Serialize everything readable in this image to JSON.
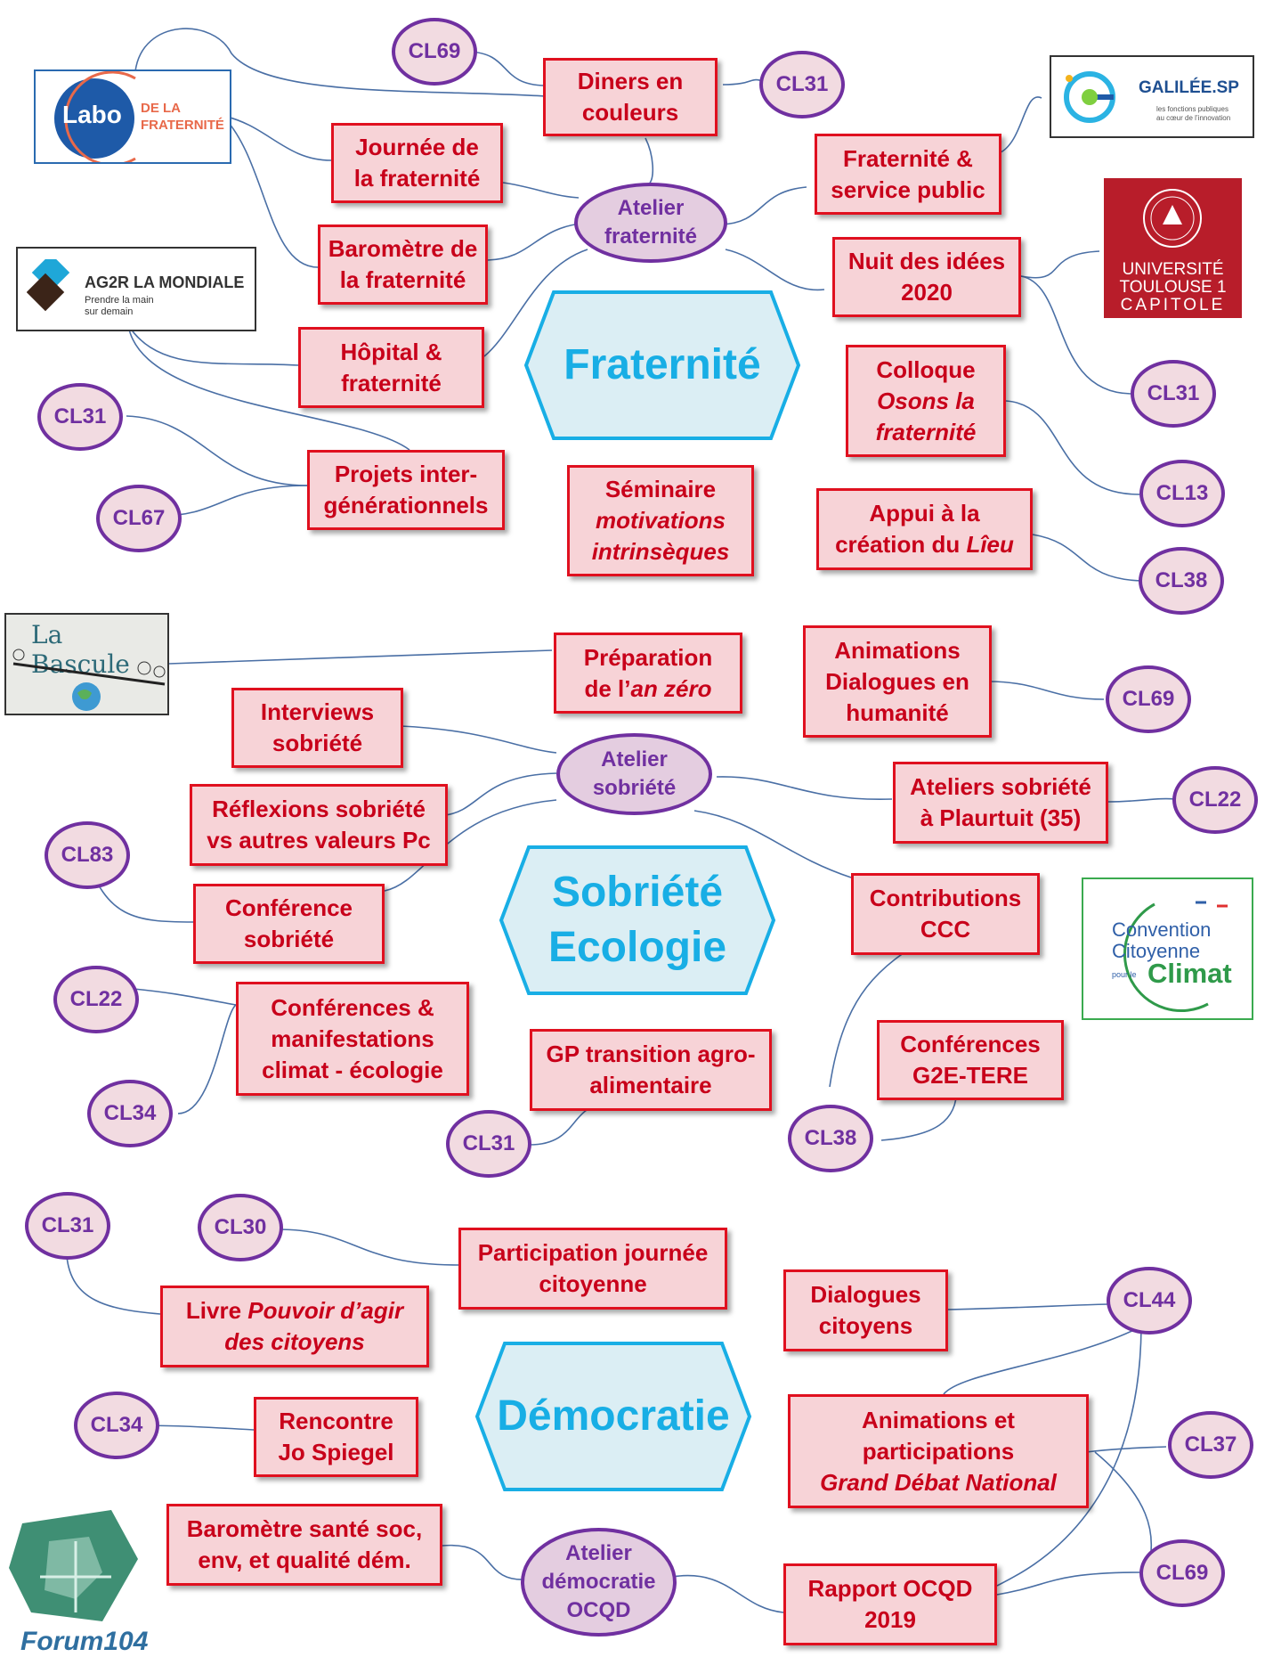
{
  "themes": {
    "fraternite": "Fraternité",
    "sobriete_1": "Sobriété",
    "sobriete_2": "Ecologie",
    "democratie": "Démocratie"
  },
  "ateliers": {
    "fraternite": [
      "Atelier",
      "fraternité"
    ],
    "sobriete": [
      "Atelier",
      "sobriété"
    ],
    "democratie": [
      "Atelier",
      "démocratie",
      "OCQD"
    ]
  },
  "boxes": {
    "diners": [
      "Diners en",
      "couleurs"
    ],
    "journee": [
      "Journée de",
      "la fraternité"
    ],
    "barometre_frat": [
      "Baromètre de",
      "la fraternité"
    ],
    "hopital": [
      "Hôpital &",
      "fraternité"
    ],
    "projets": [
      "Projets inter-",
      "générationnels"
    ],
    "seminaire_1": "Séminaire",
    "seminaire_2": "motivations",
    "seminaire_3": "intrinsèques",
    "frat_service": [
      "Fraternité &",
      "service public"
    ],
    "nuit": [
      "Nuit des idées",
      "2020"
    ],
    "colloque_1": "Colloque",
    "colloque_2": "Osons la",
    "colloque_3": "fraternité",
    "appui_1": "Appui à la",
    "appui_2a": "création du ",
    "appui_2b": "Lîeu",
    "preparation_1": "Préparation",
    "preparation_2a": "de l’",
    "preparation_2b": "an zéro",
    "animations_dialogues": [
      "Animations",
      "Dialogues en",
      "humanité"
    ],
    "interviews": [
      "Interviews",
      "sobriété"
    ],
    "reflexions": [
      "Réflexions sobriété",
      "vs autres valeurs Pc"
    ],
    "conference_sobriete": [
      "Conférence",
      "sobriété"
    ],
    "conferences_climat": [
      "Conférences &",
      "manifestations",
      "climat - écologie"
    ],
    "gp_transition": [
      "GP transition agro-",
      "alimentaire"
    ],
    "ateliers_plaurtuit": [
      "Ateliers sobriété",
      "à Plaurtuit (35)"
    ],
    "contributions": [
      "Contributions",
      "CCC"
    ],
    "conferences_g2e": [
      "Conférences",
      "G2E-TERE"
    ],
    "participation": [
      "Participation journée",
      "citoyenne"
    ],
    "livre_1a": "Livre ",
    "livre_1b": "Pouvoir d’agir",
    "livre_2": "des citoyens",
    "rencontre": [
      "Rencontre",
      "Jo Spiegel"
    ],
    "barometre_sante": [
      "Baromètre santé soc,",
      "env, et qualité dém."
    ],
    "dialogues_citoyens": [
      "Dialogues",
      "citoyens"
    ],
    "animations_gdn_1": "Animations et",
    "animations_gdn_2": "participations",
    "animations_gdn_3": "Grand Débat National",
    "rapport": [
      "Rapport OCQD",
      "2019"
    ]
  },
  "badges": {
    "cl69_top": "CL69",
    "cl31_diners": "CL31",
    "cl31_left": "CL31",
    "cl67": "CL67",
    "cl31_right": "CL31",
    "cl13": "CL13",
    "cl38_top": "CL38",
    "cl69_sob": "CL69",
    "cl22_right": "CL22",
    "cl83": "CL83",
    "cl22_left": "CL22",
    "cl34_sob": "CL34",
    "cl31_gp": "CL31",
    "cl38_bottom": "CL38",
    "cl31_dem": "CL31",
    "cl30": "CL30",
    "cl34_dem": "CL34",
    "cl44": "CL44",
    "cl37": "CL37",
    "cl69_dem": "CL69"
  },
  "logos": {
    "labo_1": "Labo",
    "labo_2": "DE LA",
    "labo_3": "FRATERNITÉ",
    "galilee": "GALILÉE.SP",
    "galilee_sub_1": "les fonctions publiques",
    "galilee_sub_2": "au cœur de l’innovation",
    "ag2r": "AG2R LA MONDIALE",
    "ag2r_sub_1": "Prendre la main",
    "ag2r_sub_2": "sur demain",
    "ut1_1": "UNIVERSITÉ",
    "ut1_2": "TOULOUSE 1",
    "ut1_3": "CAPITOLE",
    "bascule": "La Bascule",
    "ccc_1": "Convention",
    "ccc_2": "Citoyenne",
    "ccc_3": "pour le",
    "ccc_4": "Climat",
    "forum": "Forum104"
  },
  "colors": {
    "box_border": "#e0101f",
    "box_fill": "#f7d3d7",
    "box_text": "#c8001a",
    "badge_border": "#7030a0",
    "badge_fill": "#f2dbe1",
    "theme_border": "#18aee5",
    "theme_fill": "#dbeef4",
    "link": "#4a6fa5"
  }
}
